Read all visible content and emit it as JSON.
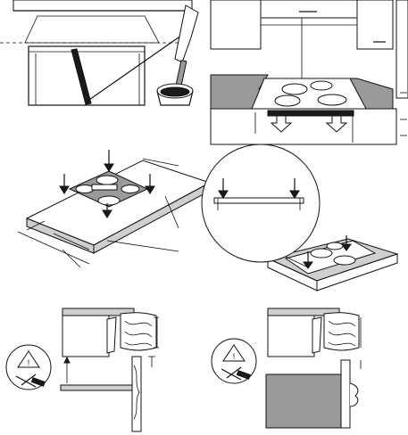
{
  "figures": [
    {
      "id": "install-step-1",
      "warning_symbol": "!"
    },
    {
      "id": "install-step-2"
    },
    {
      "id": "install-step-3"
    },
    {
      "id": "install-step-4"
    },
    {
      "id": "install-step-5",
      "warning_symbol": "!"
    },
    {
      "id": "install-step-6",
      "warning_symbol": "!"
    }
  ],
  "colors": {
    "line": "#111111",
    "worktop_grey": "#9a9a9a",
    "light_grey": "#cfcfcf",
    "background": "#ffffff"
  }
}
